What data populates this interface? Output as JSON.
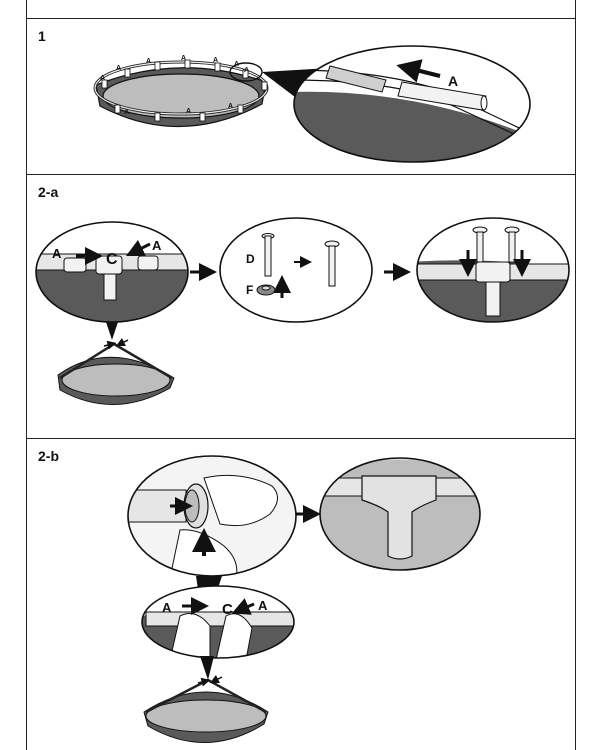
{
  "steps": {
    "s1": "1",
    "s2a": "2-a",
    "s2b": "2-b"
  },
  "labels": {
    "rail_small": "A",
    "rail": "A",
    "connector": "C",
    "pin": "D",
    "cap": "F"
  },
  "colors": {
    "ink": "#111111",
    "wall": "#5a5a5a",
    "liner": "#bdbdbd",
    "pipe": "#e6e6e6"
  },
  "icons": [
    "pool-icon",
    "rail-pipe-icon",
    "t-connector-icon",
    "pin-icon",
    "cap-icon",
    "hand-icon",
    "arrow-icon"
  ]
}
